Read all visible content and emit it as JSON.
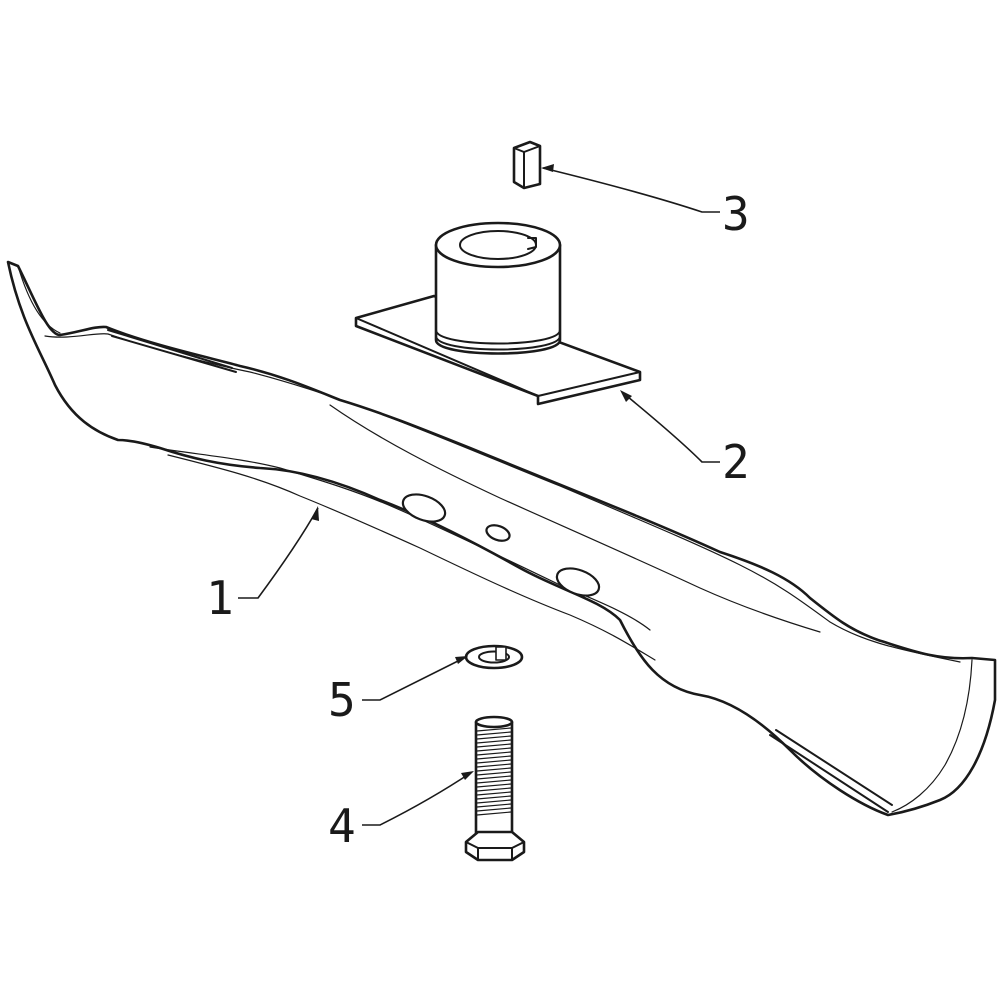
{
  "callouts": [
    {
      "id": "part-1",
      "label": "1"
    },
    {
      "id": "part-2",
      "label": "2"
    },
    {
      "id": "part-3",
      "label": "3"
    },
    {
      "id": "part-4",
      "label": "4"
    },
    {
      "id": "part-5",
      "label": "5"
    }
  ],
  "parts": [
    "blade",
    "blade-adapter",
    "key",
    "bolt",
    "lock-washer"
  ]
}
